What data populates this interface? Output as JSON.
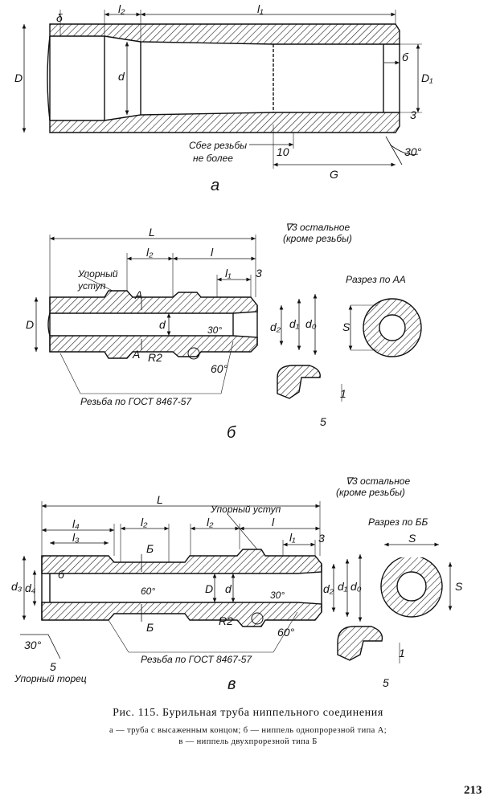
{
  "figure_a": {
    "dims": {
      "delta": "δ",
      "l2": "l₂",
      "l1": "l₁",
      "D": "D",
      "d": "d",
      "b": "б",
      "D1": "D₁",
      "n3": "3",
      "n10": "10",
      "G": "G",
      "angle30": "30°"
    },
    "note_line1": "Сбег резьбы",
    "note_line2": "не более",
    "label": "а"
  },
  "figure_b": {
    "finish_line1": "∇3 остальное",
    "finish_line2": "(кроме резьбы)",
    "dims": {
      "L": "L",
      "l2": "l₂",
      "l": "l",
      "l1": "l₁",
      "n3": "3",
      "A_top": "A",
      "A_bottom": "A",
      "D": "D",
      "d": "d",
      "d2": "d₂",
      "d1": "d₁",
      "d0": "d₀",
      "angle30": "30°",
      "R2": "R2",
      "angle60": "60°",
      "n1": "1",
      "n5": "5"
    },
    "stop_label_1": "Упорный",
    "stop_label_2": "уступ",
    "section_label": "Разрез по АА",
    "section_s": "S",
    "thread_note": "Резьба по ГОСТ 8467-57",
    "label": "б"
  },
  "figure_c": {
    "finish_line1": "∇3 остальное",
    "finish_line2": "(кроме резьбы)",
    "dims": {
      "L": "L",
      "stop_shoulder": "Упорный уступ",
      "l4": "l₄",
      "l3": "l₃",
      "l2a": "l₂",
      "l2b": "l₂",
      "l": "l",
      "l1": "l₁",
      "n3": "3",
      "B_top": "Б",
      "B_bottom": "Б",
      "d3": "d₃",
      "d4": "d₄",
      "b": "б",
      "angle60a": "60°",
      "D": "D",
      "d": "d",
      "angle30": "30°",
      "d2": "d₂",
      "d1": "d₁",
      "d0": "d₀",
      "R2": "R2",
      "angle60b": "60°",
      "angle30b": "30°",
      "n5": "5",
      "n1": "1",
      "n5b": "5"
    },
    "section_label": "Разрез по ББ",
    "section_s_top": "S",
    "section_s_side": "S",
    "thread_note": "Резьба по ГОСТ 8467-57",
    "stop_face": "Упорный торец",
    "label": "в"
  },
  "caption": {
    "title": "Рис. 115. Бурильная труба ниппельного соединения",
    "line1": "а — труба с высаженным концом; б — ниппель однопрорезной типа А;",
    "line2": "в — ниппель двухпрорезной типа Б"
  },
  "page_number": "213"
}
